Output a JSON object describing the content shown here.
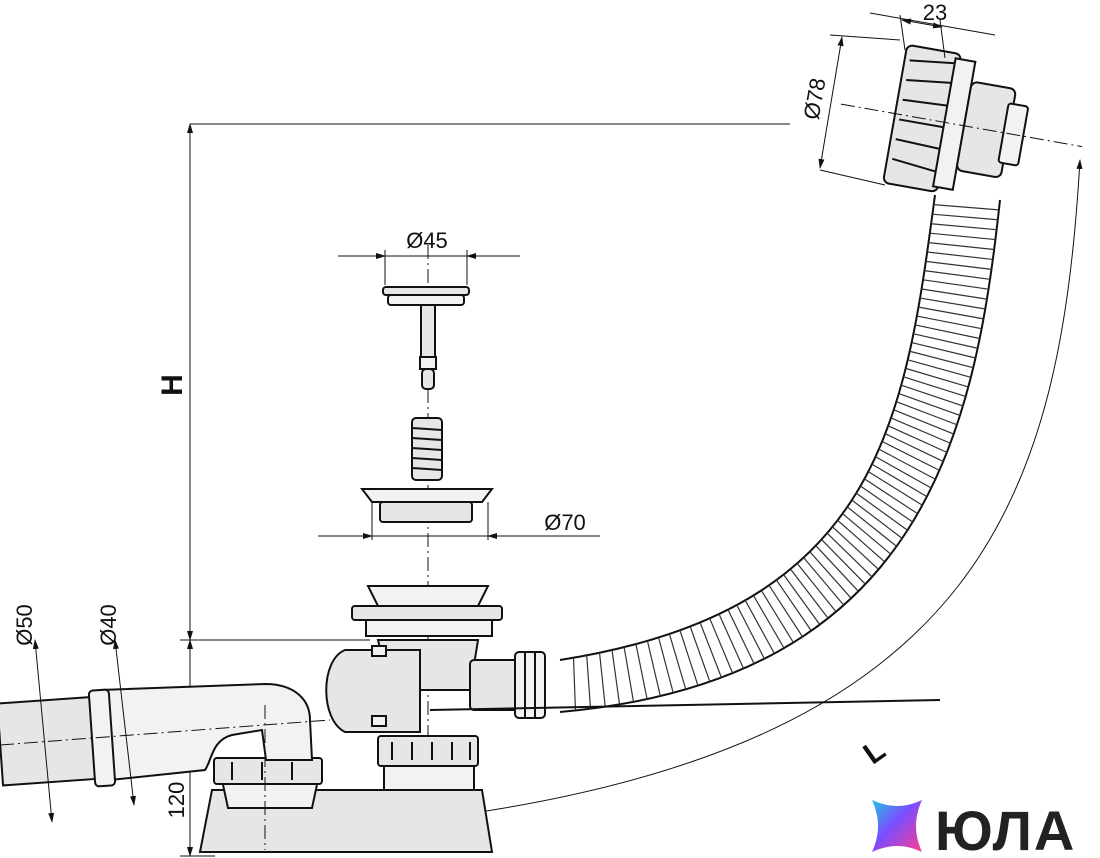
{
  "dimensions": {
    "overflow_diameter": "Ø78",
    "overflow_depth": "23",
    "plug_diameter": "Ø45",
    "flange_diameter": "Ø70",
    "outlet_outer_diameter": "Ø50",
    "outlet_inner_diameter": "Ø40",
    "trap_height": "120",
    "height_label": "H",
    "length_label": "L"
  },
  "brand": {
    "name": "ЮЛА",
    "colors": [
      "#7b4dff",
      "#22c3e6",
      "#ff3d8b",
      "#3b6bff"
    ]
  }
}
